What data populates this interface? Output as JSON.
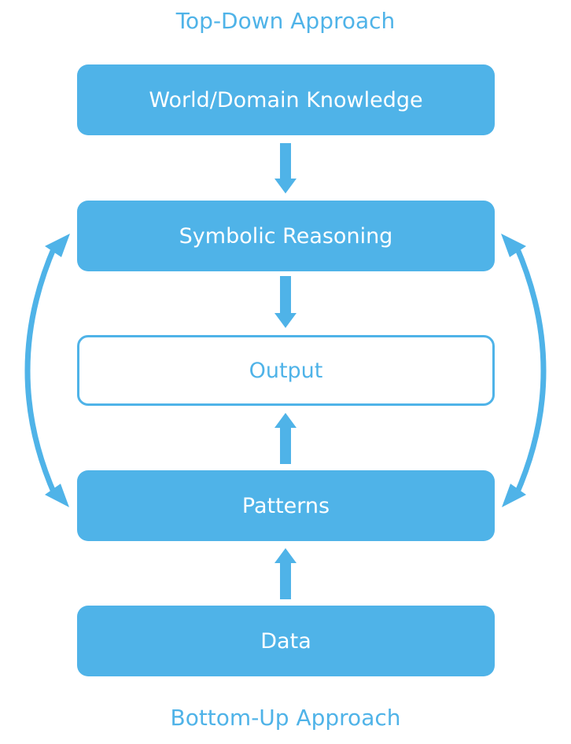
{
  "diagram": {
    "top_caption": "Top-Down Approach",
    "bottom_caption": "Bottom-Up Approach",
    "boxes": {
      "world": "World/Domain Knowledge",
      "symbolic": "Symbolic Reasoning",
      "output": "Output",
      "patterns": "Patterns",
      "data": "Data"
    },
    "accent_color": "#4fb3e8"
  }
}
